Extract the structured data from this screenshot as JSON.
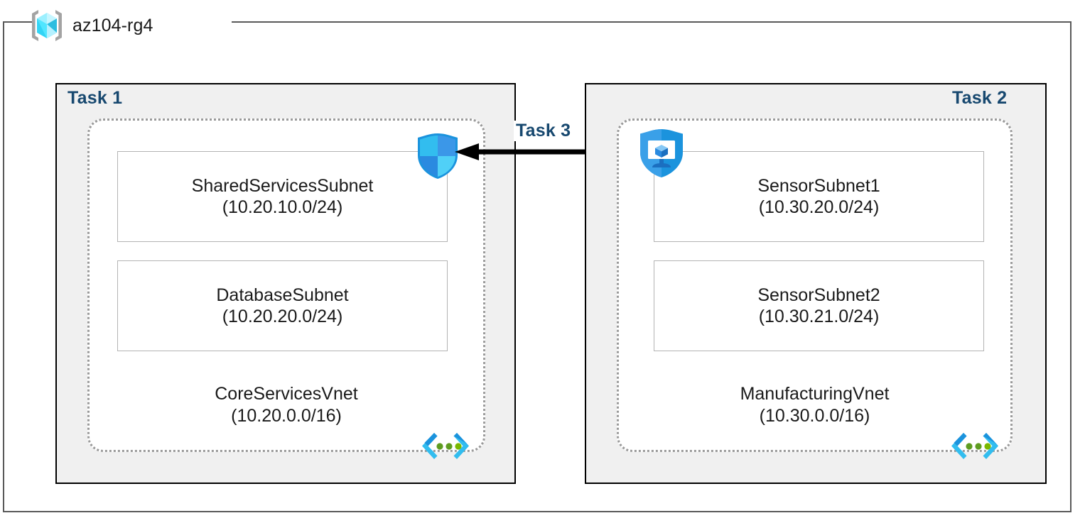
{
  "resource_group": {
    "name": "az104-rg4",
    "icon": "resource-group-cube-icon"
  },
  "tasks": [
    {
      "id": "task1",
      "label": "Task 1"
    },
    {
      "id": "task2",
      "label": "Task 2"
    },
    {
      "id": "task3",
      "label": "Task 3"
    }
  ],
  "vnets": [
    {
      "id": "core-services-vnet",
      "name": "CoreServicesVnet",
      "cidr": "(10.20.0.0/16)",
      "icon": "virtual-network-icon",
      "subnets": [
        {
          "name": "SharedServicesSubnet",
          "cidr": "(10.20.10.0/24)"
        },
        {
          "name": "DatabaseSubnet",
          "cidr": "(10.20.20.0/24)"
        }
      ]
    },
    {
      "id": "manufacturing-vnet",
      "name": "ManufacturingVnet",
      "cidr": "(10.30.0.0/16)",
      "icon": "virtual-network-icon",
      "subnets": [
        {
          "name": "SensorSubnet1",
          "cidr": "(10.30.20.0/24)"
        },
        {
          "name": "SensorSubnet2",
          "cidr": "(10.30.21.0/24)"
        }
      ]
    }
  ],
  "icons": {
    "firewall": "shield-firewall-icon",
    "bastion": "bastion-shield-monitor-icon",
    "peering_arrow": "peering-arrow-left-icon"
  },
  "colors": {
    "task_label": "#17486f",
    "frame_line": "#595959",
    "task_box_fill": "#f0f0f0",
    "task_box_border": "#000000",
    "vnet_dotted_border": "#9a9a9a",
    "subnet_border": "#b3b3b3",
    "arrow": "#000000",
    "azure_blue": "#0f8ee9",
    "cube_cyan": "#50e6ff",
    "vnet_icon_green": "#5e9c20"
  }
}
